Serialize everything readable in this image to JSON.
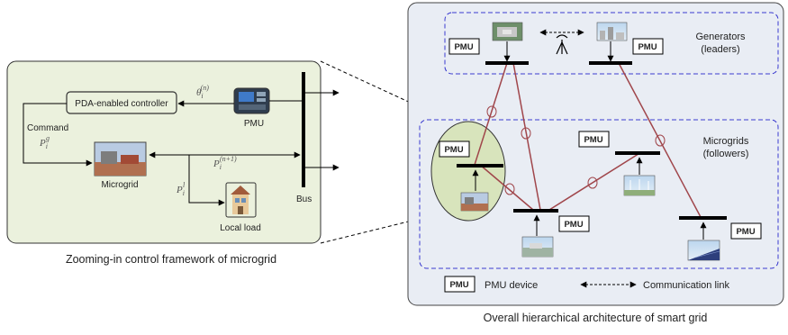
{
  "left_panel": {
    "controller_label": "PDA-enabled controller",
    "pmu_label": "PMU",
    "microgrid_label": "Microgrid",
    "local_load_label": "Local load",
    "bus_label": "Bus",
    "command_label": "Command",
    "theta_base": "θ",
    "theta_sub": "i",
    "theta_sup": "(n)",
    "pg_base": "P",
    "pg_sub": "i",
    "pg_sup": "g",
    "pn_base": "P",
    "pn_sub": "i",
    "pn_sup": "(n+1)",
    "pl_base": "P",
    "pl_sub": "i",
    "pl_sup": "l",
    "caption": "Zooming-in control framework of microgrid"
  },
  "right_panel": {
    "generators_label_line1": "Generators",
    "generators_label_line2": "(leaders)",
    "microgrids_label_line1": "Microgrids",
    "microgrids_label_line2": "(followers)",
    "pmu_box_label": "PMU",
    "legend_pmu_box": "PMU",
    "legend_pmu_text": "PMU device",
    "legend_comm_text": "Communication link",
    "caption": "Overall hierarchical architecture of smart grid"
  },
  "colors": {
    "left_panel_fill": "#ebf1dd",
    "right_panel_fill": "#e9edf4",
    "zoom_circle_fill": "#d8e4bc",
    "dashed_blue": "#3a3acf",
    "link_line": "#a0464b"
  }
}
